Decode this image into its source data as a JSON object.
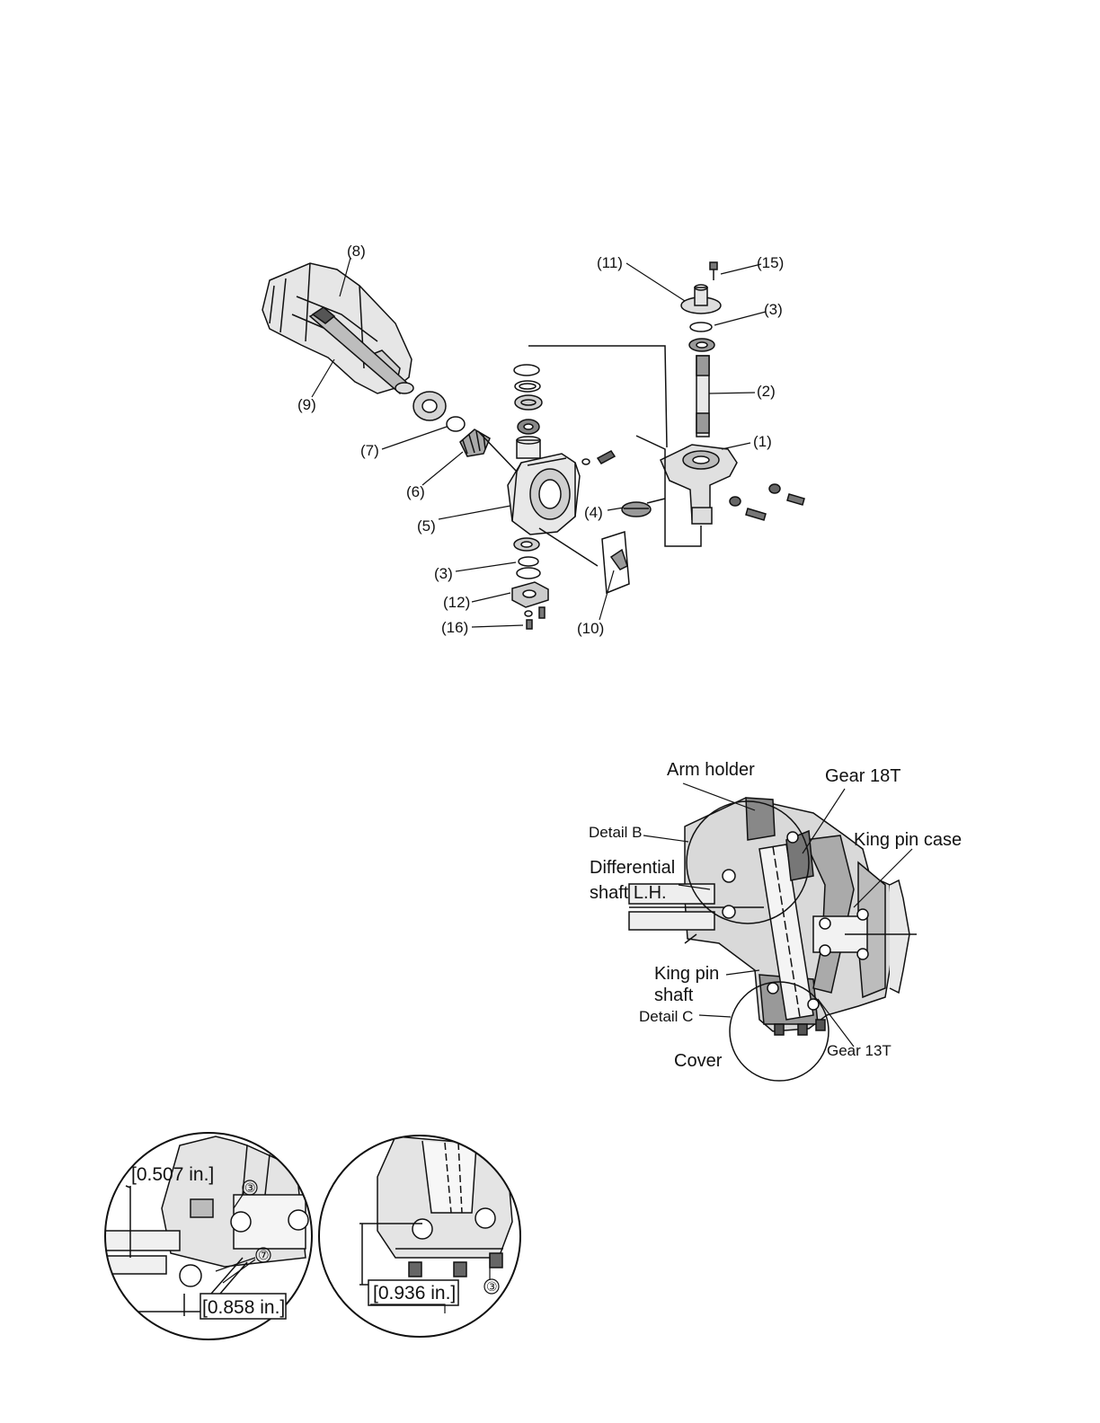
{
  "exploded_view": {
    "callouts": [
      "(1)",
      "(2)",
      "(3)",
      "(4)",
      "(5)",
      "(6)",
      "(7)",
      "(8)",
      "(9)",
      "(10)",
      "(11)",
      "(12)",
      "(15)",
      "(16)"
    ]
  },
  "section_view": {
    "labels": {
      "arm_holder": "Arm holder",
      "gear_18t": "Gear 18T",
      "detail_b": "Detail B",
      "king_pin_case": "King pin case",
      "diff_shaft_1": "Differential",
      "diff_shaft_2": "shaft L.H.",
      "king_pin_shaft_1": "King pin",
      "king_pin_shaft_2": "shaft",
      "detail_c": "Detail C",
      "cover": "Cover",
      "gear_13t": "Gear 13T"
    }
  },
  "detail_b": {
    "dim_top": "[0.507 in.]",
    "dim_bottom": "[0.858 in.]",
    "mark_3": "③",
    "mark_7": "⑦"
  },
  "detail_c": {
    "dim": "[0.936 in.]",
    "mark_3": "③"
  }
}
